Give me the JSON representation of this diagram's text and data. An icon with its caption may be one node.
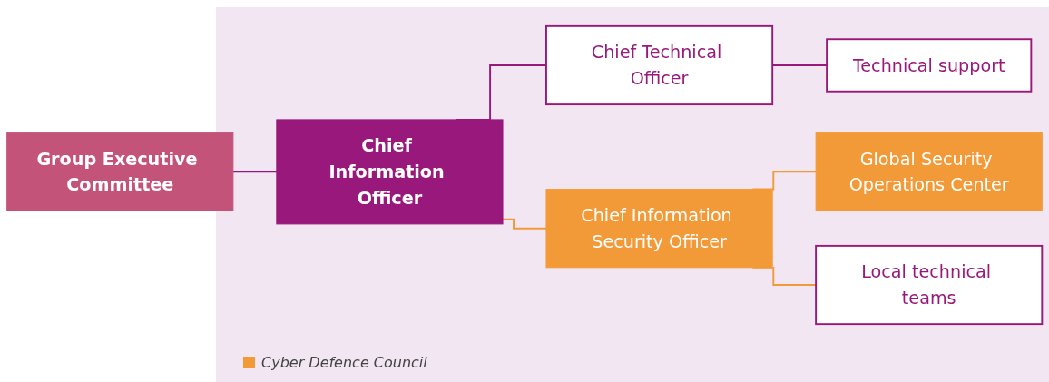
{
  "diagram": {
    "nodes": [
      {
        "text": [
          "Group Executive Committee"
        ]
      },
      {
        "text": [
          "Chief Information Officer"
        ]
      },
      {
        "text": [
          "Chief Technical Officer"
        ]
      },
      {
        "text": [
          "Technical support"
        ]
      },
      {
        "text": [
          "Chief Information Security Officer"
        ]
      },
      {
        "text": [
          "Global Security Operations Center"
        ]
      },
      {
        "text": [
          "Local technical teams"
        ]
      }
    ],
    "edges": [
      {
        "from": 0,
        "to": 1,
        "arrow": "none"
      },
      {
        "from": 1,
        "to": 2,
        "arrow": "none"
      },
      {
        "from": 2,
        "to": 3,
        "arrow": "none"
      },
      {
        "from": 1,
        "to": 4,
        "arrow": "none",
        "color": "#f39a38"
      },
      {
        "from": 4,
        "to": 5,
        "arrow": "none",
        "color": "#f39a38"
      },
      {
        "from": 4,
        "to": 6,
        "arrow": "none",
        "color": "#f39a38"
      }
    ],
    "legend": [
      {
        "text": "Cyber Defence Council",
        "color": "#f39a38"
      }
    ]
  }
}
